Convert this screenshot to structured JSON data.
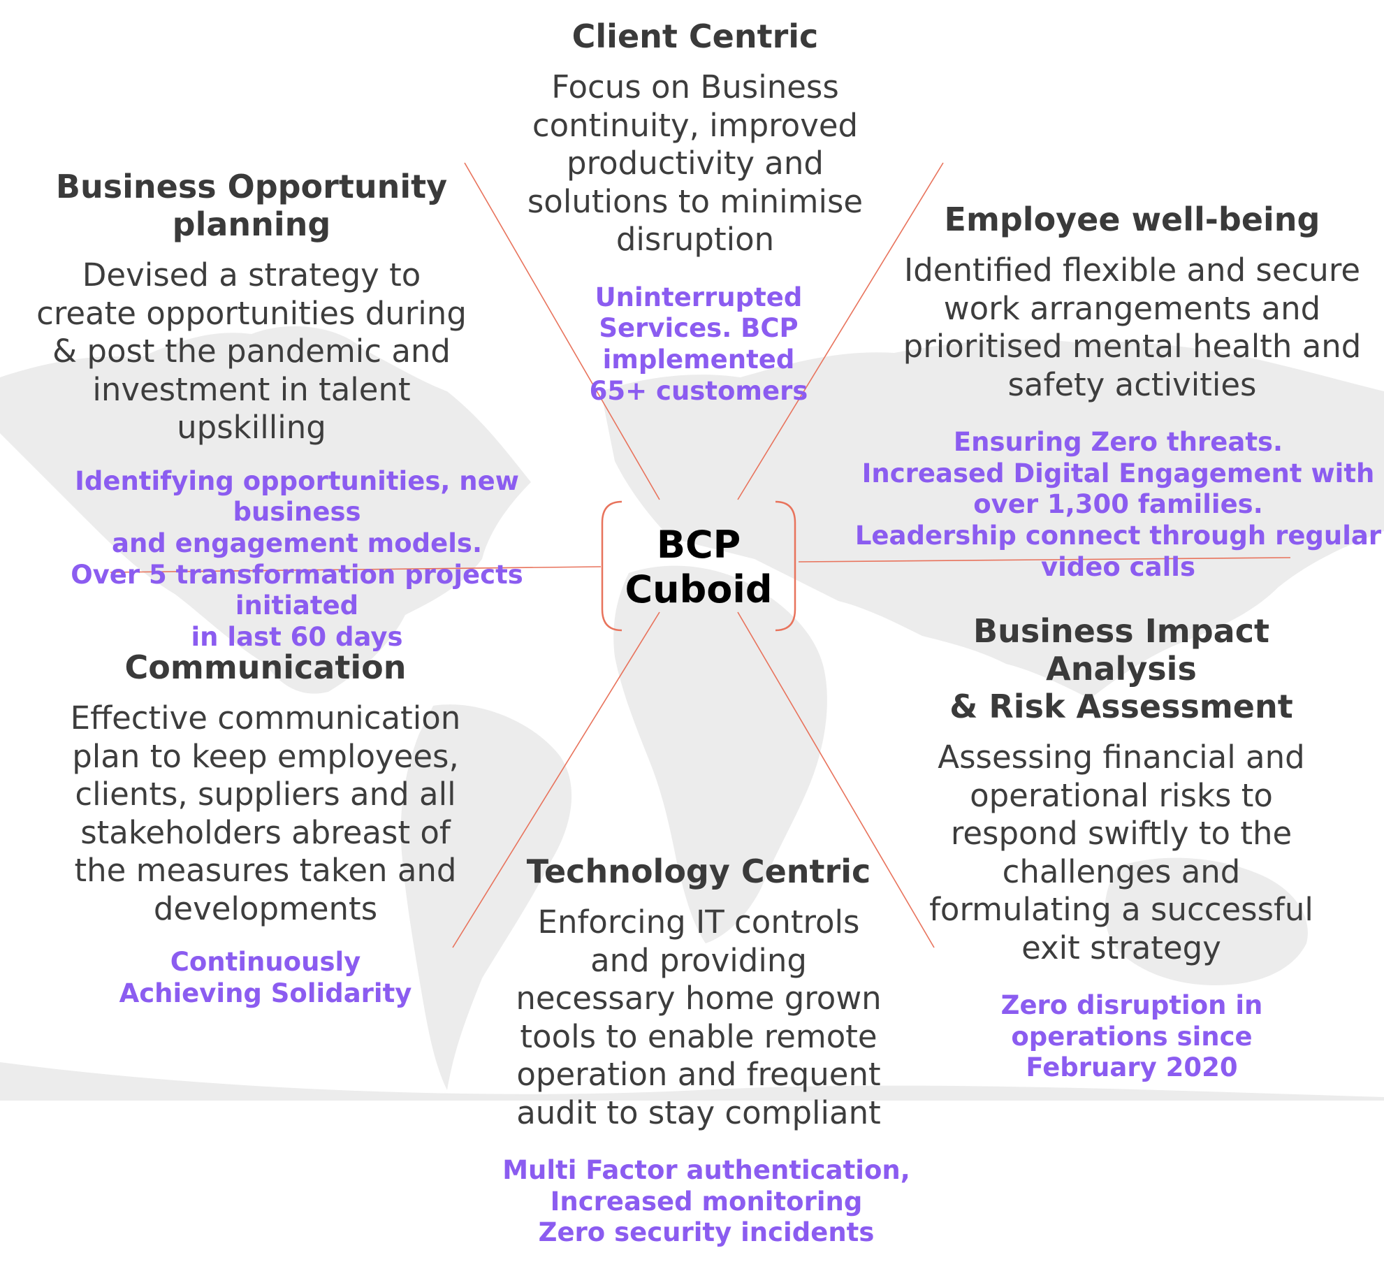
{
  "center": {
    "label": "BCP\nCuboid"
  },
  "colors": {
    "connector_lines": "#e8735c",
    "highlight_text": "#8b5cf0",
    "heading_text": "#3a3a3a",
    "body_text": "#3d3d3d",
    "map_background": "#ececec"
  },
  "sections": {
    "client_centric": {
      "heading": "Client Centric",
      "description": "Focus on Business\ncontinuity, improved\nproductivity and\nsolutions to minimise\ndisruption",
      "highlight": "Uninterrupted\nServices. BCP\nimplemented\n65+ customers"
    },
    "business_opportunity": {
      "heading": "Business Opportunity\nplanning",
      "description": "Devised a strategy to\ncreate opportunities during\n& post the pandemic and\ninvestment in talent\nupskilling",
      "highlight": "Identifying opportunities, new business\nand engagement models.\nOver 5 transformation projects initiated\nin last 60 days"
    },
    "employee_wellbeing": {
      "heading": "Employee well-being",
      "description": "Identified flexible and secure\nwork arrangements and\nprioritised mental health and\nsafety activities",
      "highlight": "Ensuring Zero threats.\nIncreased Digital Engagement with\nover 1,300 families.\nLeadership connect through regular\nvideo calls"
    },
    "business_impact": {
      "heading": "Business Impact\nAnalysis\n& Risk Assessment",
      "description": "Assessing financial and\noperational risks to\nrespond swiftly to the\nchallenges and\nformulating a successful\nexit strategy",
      "highlight": "Zero disruption in\noperations since\nFebruary 2020"
    },
    "communication": {
      "heading": "Communication",
      "description": "Effective communication\nplan to keep employees,\nclients, suppliers and all\nstakeholders abreast of\nthe measures taken and\ndevelopments",
      "highlight": "Continuously\nAchieving Solidarity"
    },
    "technology_centric": {
      "heading": "Technology Centric",
      "description": "Enforcing IT controls\nand providing\nnecessary home grown\ntools to enable remote\noperation and frequent\naudit to stay compliant",
      "highlight": "Multi Factor authentication,\nIncreased monitoring\nZero security incidents"
    }
  }
}
